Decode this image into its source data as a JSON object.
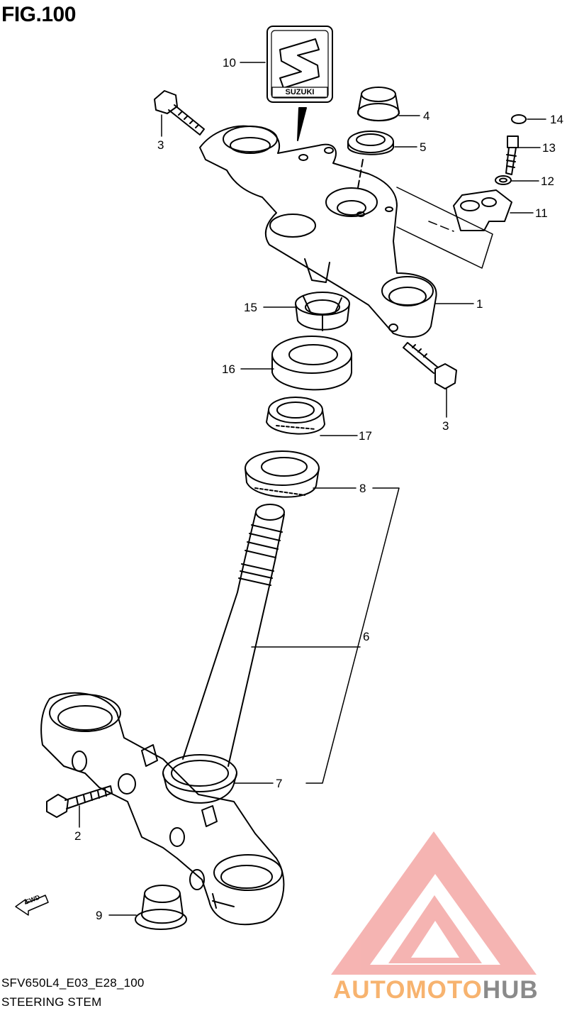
{
  "figure": {
    "title": "FIG.100"
  },
  "badge": {
    "text": "SUZUKI"
  },
  "callouts": [
    {
      "id": "1",
      "label": "1"
    },
    {
      "id": "2",
      "label": "2"
    },
    {
      "id": "3a",
      "label": "3"
    },
    {
      "id": "3b",
      "label": "3"
    },
    {
      "id": "4",
      "label": "4"
    },
    {
      "id": "5",
      "label": "5"
    },
    {
      "id": "6",
      "label": "6"
    },
    {
      "id": "7",
      "label": "7"
    },
    {
      "id": "8",
      "label": "8"
    },
    {
      "id": "9",
      "label": "9"
    },
    {
      "id": "10",
      "label": "10"
    },
    {
      "id": "11",
      "label": "11"
    },
    {
      "id": "12",
      "label": "12"
    },
    {
      "id": "13",
      "label": "13"
    },
    {
      "id": "14",
      "label": "14"
    },
    {
      "id": "15",
      "label": "15"
    },
    {
      "id": "16",
      "label": "16"
    },
    {
      "id": "17",
      "label": "17"
    }
  ],
  "fwd_arrow": {
    "text": "FWD"
  },
  "footer": {
    "model_code": "SFV650L4_E03_E28_100",
    "section": "STEERING STEM"
  },
  "watermark": {
    "part_a": "AUTOMOTO",
    "part_b": "HUB",
    "color_a": "#f7b36f",
    "color_b": "#8a8a8a",
    "logo_color": "#f19a98"
  }
}
